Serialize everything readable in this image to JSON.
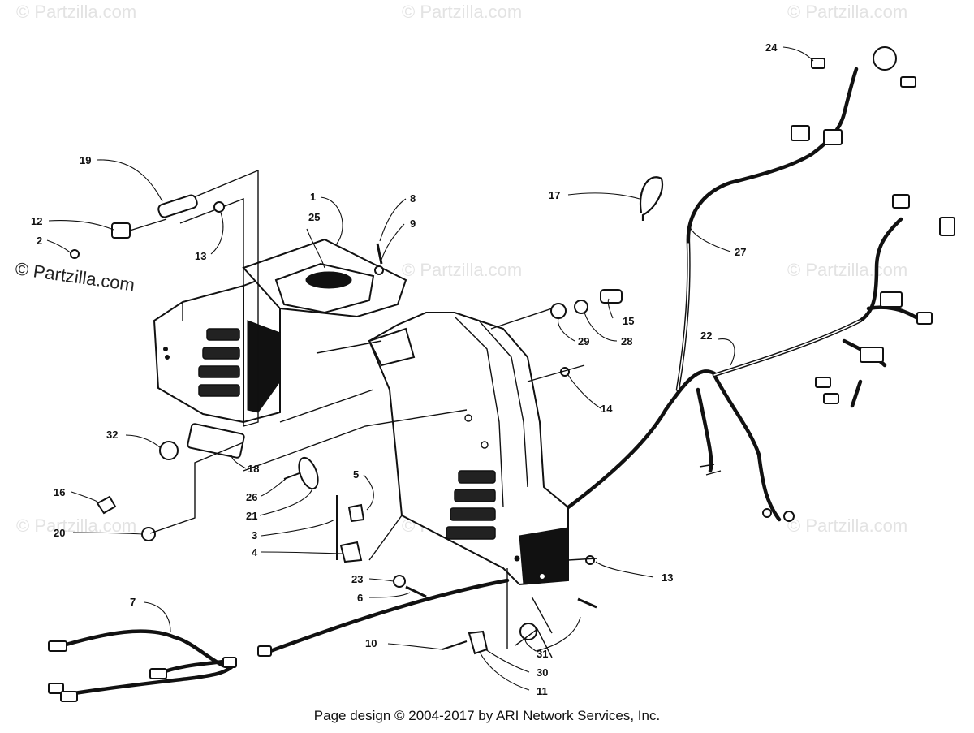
{
  "watermark": "© Partzilla.com",
  "watermark_strong": "© Partzilla.com",
  "footer": "Page design © 2004-2017 by ARI Network Services, Inc.",
  "callouts": {
    "c1": "1",
    "c2": "2",
    "c3": "3",
    "c4": "4",
    "c5": "5",
    "c6": "6",
    "c7": "7",
    "c8": "8",
    "c9": "9",
    "c10": "10",
    "c11": "11",
    "c12": "12",
    "c13a": "13",
    "c13b": "13",
    "c14": "14",
    "c15": "15",
    "c16": "16",
    "c17": "17",
    "c18": "18",
    "c19": "19",
    "c20": "20",
    "c21": "21",
    "c22": "22",
    "c23": "23",
    "c24": "24",
    "c25": "25",
    "c26": "26",
    "c27": "27",
    "c28": "28",
    "c29": "29",
    "c30": "30",
    "c31": "31",
    "c32": "32"
  }
}
